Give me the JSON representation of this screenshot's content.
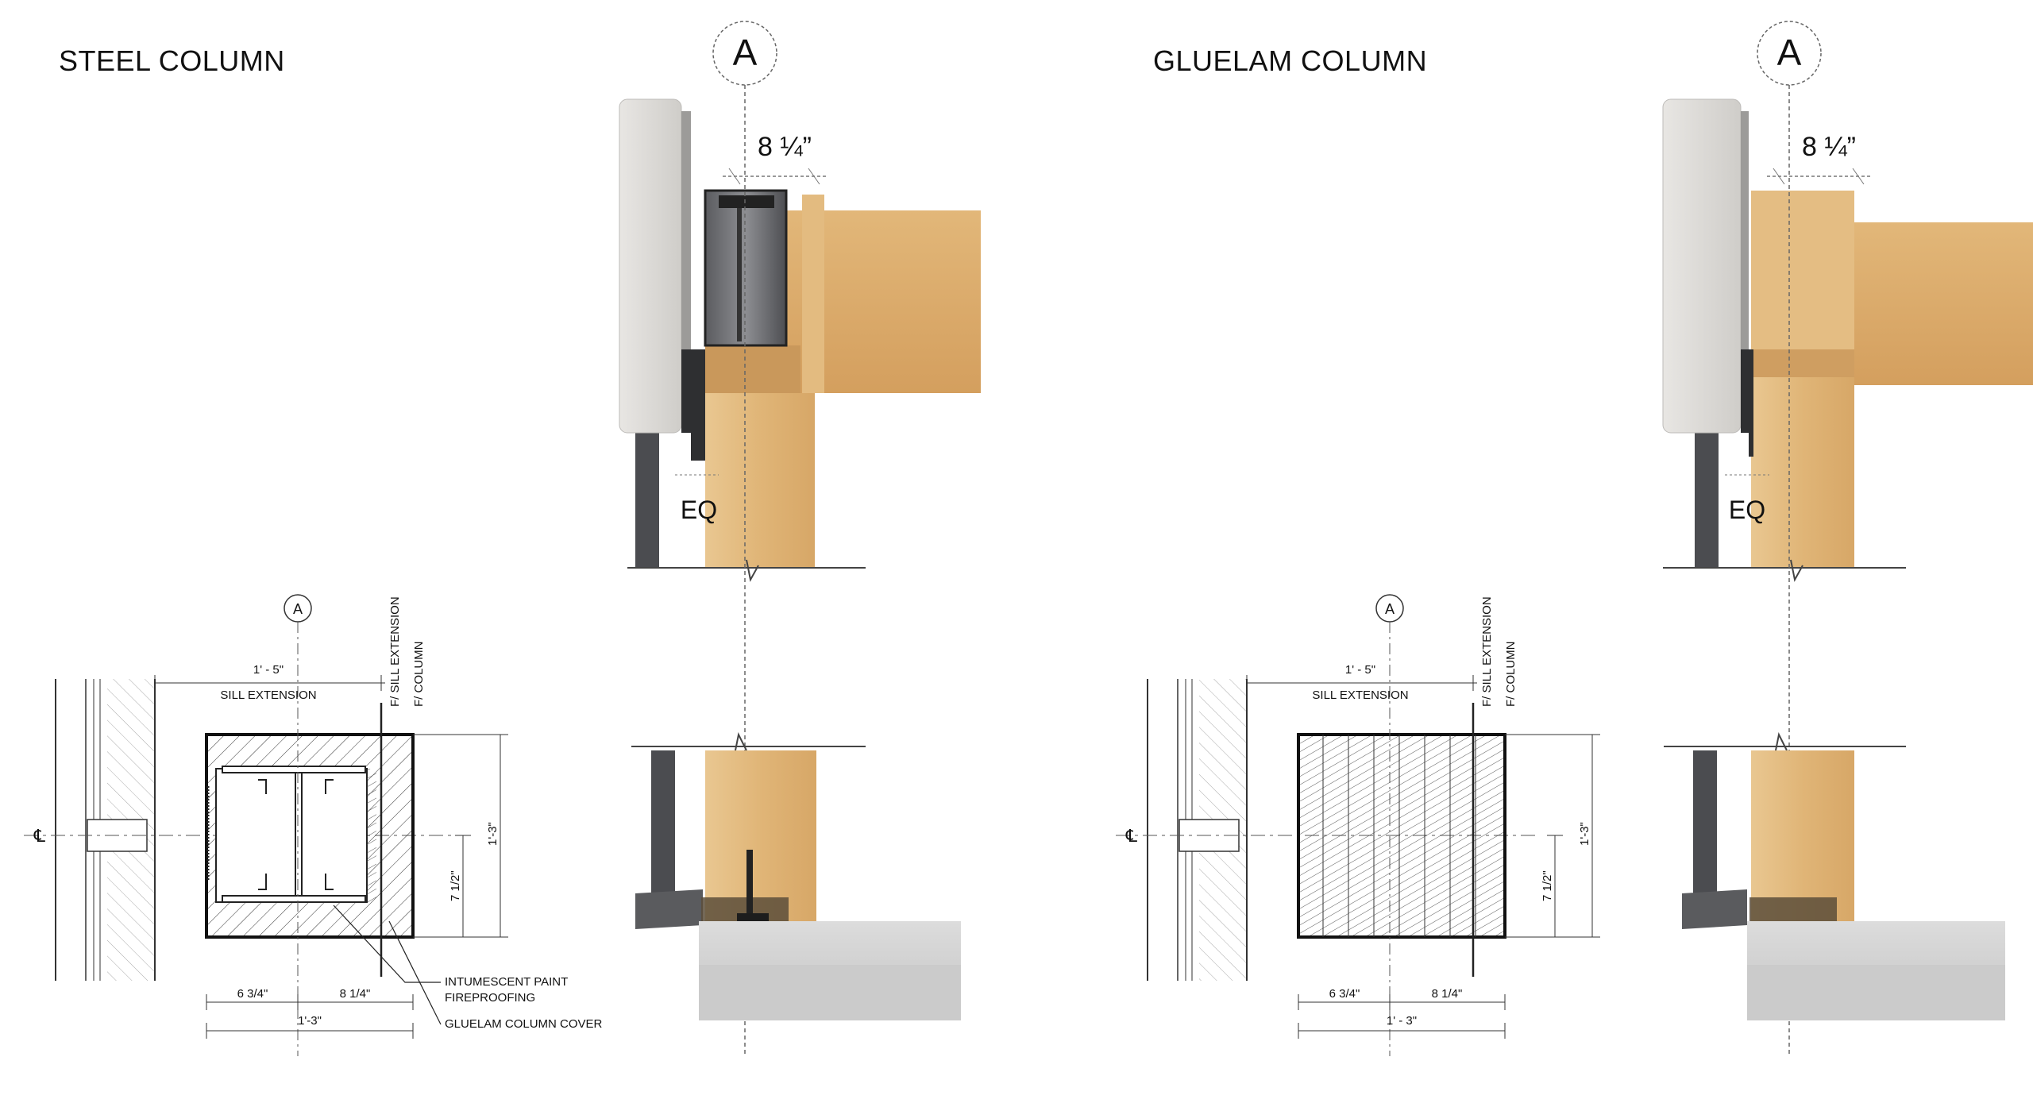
{
  "titles": {
    "steel": "STEEL COLUMN",
    "gluelam": "GLUELAM COLUMN"
  },
  "grid_label": "A",
  "elevation": {
    "dim_width": "8 ¼”",
    "eq_label": "EQ"
  },
  "plan": {
    "sill_dim": "1' - 5\"",
    "sill_label": "SILL EXTENSION",
    "f_sill": "F/ SILL EXTENSION",
    "f_column": "F/ COLUMN",
    "dim_total_vertical": "1'-3\"",
    "dim_half_vertical": "7 1/2\"",
    "dim_left": "6 3/4\"",
    "dim_right": "8 1/4\"",
    "dim_total_steel": "1'-3\"",
    "dim_total_gluelam": "1' - 3\"",
    "centerline": "℄"
  },
  "notes": {
    "intumescent_1": "INTUMESCENT PAINT",
    "intumescent_2": "FIREPROOFING",
    "cover": "GLUELAM COLUMN COVER"
  },
  "colors": {
    "wood_light": "#e7c38f",
    "wood_mid": "#d9a96a",
    "steel": "#4a4b4e",
    "concrete": "#d6d6d6",
    "sill": "#dedcd8"
  }
}
